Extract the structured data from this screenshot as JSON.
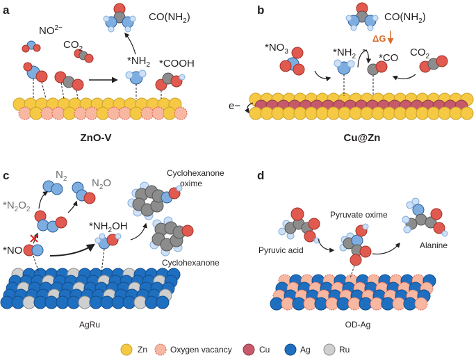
{
  "panels": {
    "a": {
      "letter": "a",
      "caption": "ZnO-V",
      "species": {
        "no2": "NO",
        "no2_sup": "2−",
        "co2": "CO",
        "co2_sub": "2",
        "nh2": "*NH",
        "nh2_sub": "2",
        "cooh": "*COOH",
        "urea": "CO(NH",
        "urea_sub": "2",
        "urea_end": ")"
      }
    },
    "b": {
      "letter": "b",
      "caption": "Cu@Zn",
      "species": {
        "no3": "*NO",
        "no3_sub": "3",
        "nh2": "*NH",
        "nh2_sub": "2",
        "co": "*CO",
        "co2": "CO",
        "co2_sub": "2",
        "urea": "CO(NH",
        "urea_sub": "2",
        "urea_end": ")",
        "electron": "e−",
        "delta_g": "ΔG"
      }
    },
    "c": {
      "letter": "c",
      "caption": "AgRu",
      "species": {
        "n2": "N",
        "n2_sub": "2",
        "n2o": "N",
        "n2o_sub": "2",
        "n2o_end": "O",
        "n2o2": "*N",
        "n2o2_sub": "2",
        "n2o2_mid": "O",
        "n2o2_sub2": "2",
        "no": "*NO",
        "nh2oh": "*NH",
        "nh2oh_sub": "2",
        "nh2oh_end": "OH",
        "oxime_line1": "Cyclohexanone",
        "oxime_line2": "oxime",
        "cyclohexanone": "Cyclohexanone"
      }
    },
    "d": {
      "letter": "d",
      "caption": "OD-Ag",
      "species": {
        "pyruvic_acid": "Pyruvic acid",
        "pyruvate_oxime": "Pyruvate oxime",
        "alanine": "Alanine"
      }
    }
  },
  "legend": [
    {
      "label": "Zn",
      "color": "#f6c945"
    },
    {
      "label": "Oxygen vacancy",
      "color": "#f7b7a0"
    },
    {
      "label": "Cu",
      "color": "#c65a6a"
    },
    {
      "label": "Ag",
      "color": "#1f6fc0"
    },
    {
      "label": "Ru",
      "color": "#cfcfcf"
    }
  ],
  "colors": {
    "zn": "#f6c945",
    "oxygen_vacancy": "#f7b7a0",
    "cu": "#c65a6a",
    "ag": "#1f6fc0",
    "ru": "#cfcfcf",
    "oxygen": "#e05a4f",
    "nitrogen": "#7eaee0",
    "carbon": "#8c8c8c",
    "hydrogen": "#cfe0f5",
    "delta_g": "#d86e2a"
  }
}
